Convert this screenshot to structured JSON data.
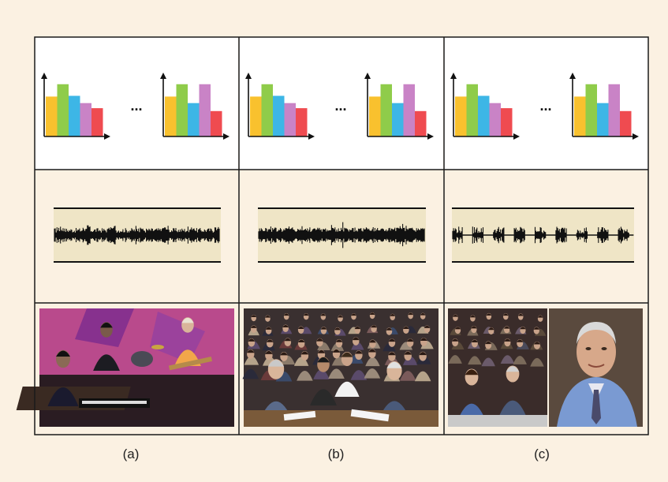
{
  "page": {
    "background": "#fbf1e2",
    "grid_line_color": "#1a1a1a",
    "histogram_panel_color": "#ffffff",
    "waveform_panel_color": "#fbf1e2",
    "waveform_strip_color": "#efe5c6"
  },
  "histogram_colors": [
    "#f9c12e",
    "#8fcc4a",
    "#3db6e6",
    "#c983c6",
    "#ef4b50"
  ],
  "ellipsis": "...",
  "columns": [
    {
      "caption": "(a)",
      "histograms": [
        [
          0.55,
          0.72,
          0.56,
          0.46,
          0.39
        ],
        [
          0.55,
          0.72,
          0.46,
          0.72,
          0.35
        ]
      ],
      "waveform_style": "dense-speech",
      "photo": "band performing on stage with keyboardist and guitarist"
    },
    {
      "caption": "(b)",
      "histograms": [
        [
          0.55,
          0.72,
          0.56,
          0.46,
          0.39
        ],
        [
          0.55,
          0.72,
          0.46,
          0.72,
          0.35
        ]
      ],
      "waveform_style": "applause",
      "photo": "audience applauding in a crowded hall"
    },
    {
      "caption": "(c)",
      "histograms": [
        [
          0.55,
          0.72,
          0.56,
          0.46,
          0.39
        ],
        [
          0.55,
          0.72,
          0.46,
          0.72,
          0.35
        ]
      ],
      "waveform_style": "bursty-speech",
      "photo": "audience members and close-up of a speaking man"
    }
  ]
}
